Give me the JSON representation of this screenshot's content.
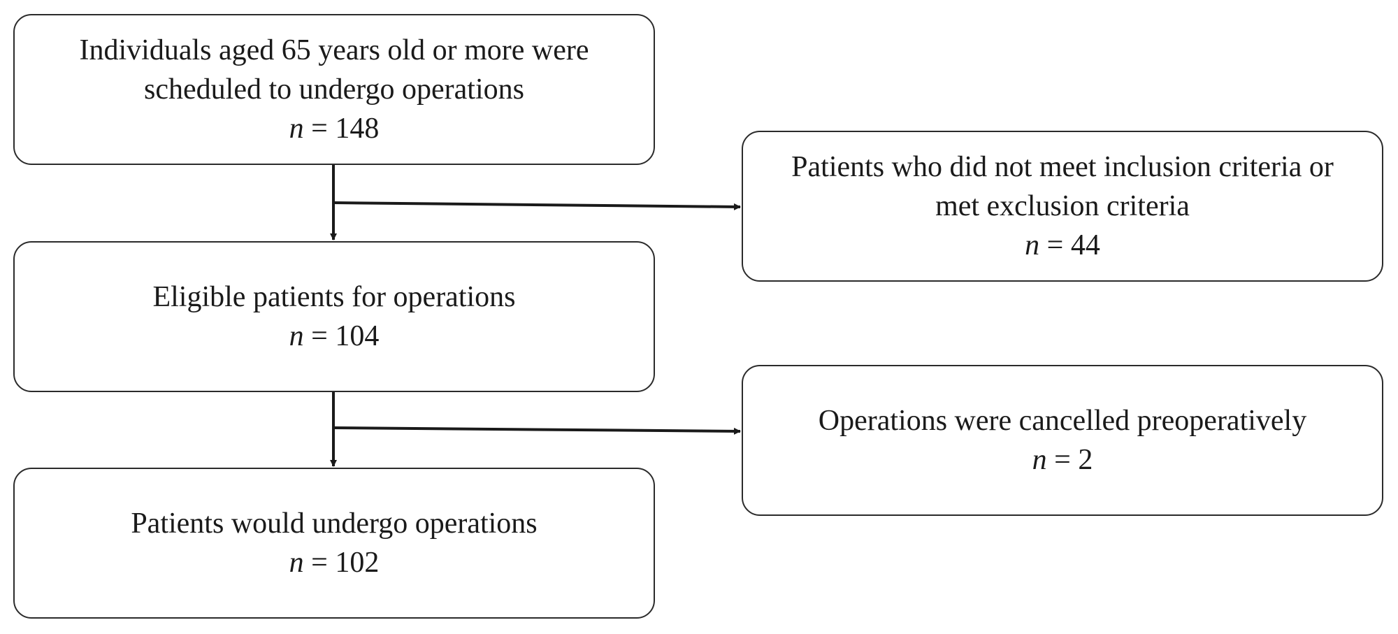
{
  "boxes": {
    "screened": {
      "lines": [
        "Individuals aged 65 years old or more were",
        "scheduled to undergo operations"
      ],
      "n_var": "n",
      "n_rest": " = 148"
    },
    "excluded": {
      "lines": [
        "Patients who did not meet inclusion criteria or",
        "met exclusion criteria"
      ],
      "n_var": "n",
      "n_rest": " = 44"
    },
    "eligible": {
      "lines": [
        "Eligible patients for operations"
      ],
      "n_var": "n",
      "n_rest": " = 104"
    },
    "cancelled": {
      "lines": [
        "Operations were cancelled preoperatively"
      ],
      "n_var": "n",
      "n_rest": " = 2"
    },
    "final": {
      "lines": [
        "Patients would undergo operations"
      ],
      "n_var": "n",
      "n_rest": " = 102"
    }
  },
  "colors": {
    "border": "#2b2b2b",
    "arrow": "#1a1a1a"
  }
}
